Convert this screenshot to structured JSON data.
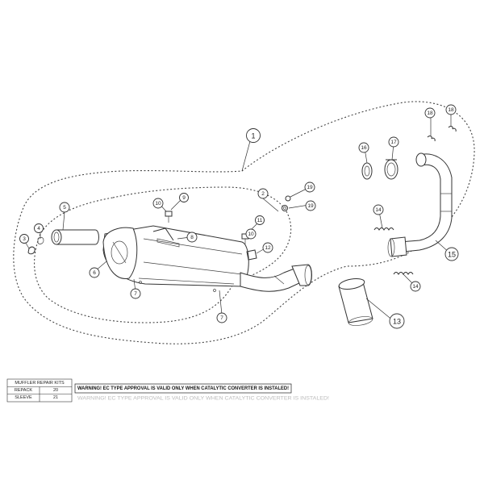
{
  "callouts": [
    {
      "id": "1",
      "label": "1"
    },
    {
      "id": "2",
      "label": "2"
    },
    {
      "id": "3",
      "label": "3"
    },
    {
      "id": "4",
      "label": "4"
    },
    {
      "id": "5",
      "label": "5"
    },
    {
      "id": "6",
      "label": "6"
    },
    {
      "id": "7a",
      "label": "7"
    },
    {
      "id": "7b",
      "label": "7"
    },
    {
      "id": "8",
      "label": "8"
    },
    {
      "id": "9",
      "label": "9"
    },
    {
      "id": "10a",
      "label": "10"
    },
    {
      "id": "10b",
      "label": "10"
    },
    {
      "id": "11",
      "label": "11"
    },
    {
      "id": "12",
      "label": "12"
    },
    {
      "id": "13",
      "label": "13"
    },
    {
      "id": "14a",
      "label": "14"
    },
    {
      "id": "14b",
      "label": "14"
    },
    {
      "id": "15",
      "label": "15"
    },
    {
      "id": "16",
      "label": "16"
    },
    {
      "id": "17",
      "label": "17"
    },
    {
      "id": "18a",
      "label": "18"
    },
    {
      "id": "18b",
      "label": "18"
    },
    {
      "id": "19a",
      "label": "19"
    },
    {
      "id": "19b",
      "label": "19"
    }
  ],
  "highlight_color": "#cc1f1f",
  "repair_table": {
    "header": "MUFFLER REPAIR KITS",
    "rows": [
      {
        "name": "REPACK",
        "ref": "20"
      },
      {
        "name": "SLEEVE",
        "ref": "21"
      }
    ]
  },
  "warning": {
    "text": "WARNING! EC TYPE APPROVAL IS VALID ONLY WHEN CATALYTIC CONVERTER IS INSTALED!"
  }
}
